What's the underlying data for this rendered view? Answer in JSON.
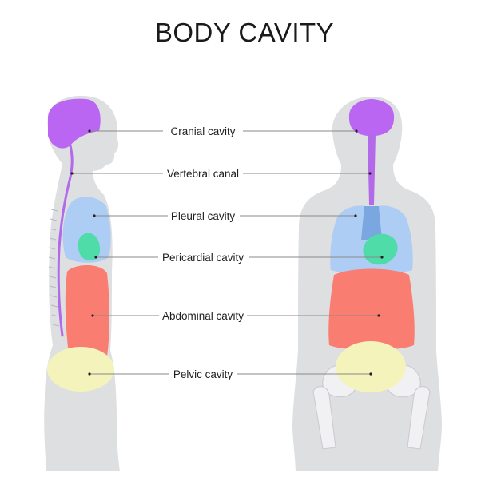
{
  "title": "BODY CAVITY",
  "labels": {
    "cranial": "Cranial cavity",
    "vertebral": "Vertebral canal",
    "pleural": "Pleural cavity",
    "pericardial": "Pericardial cavity",
    "abdominal": "Abdominal cavity",
    "pelvic": "Pelvic cavity"
  },
  "colors": {
    "body": "#dedfe1",
    "cranial": "#bb66f2",
    "vertebral": "#b36ae8",
    "pleural": "#aecdf4",
    "pericardial": "#4fdca8",
    "abdominal": "#fa7d72",
    "pelvic": "#f3f3bb",
    "bone": "#f1f1f3",
    "spine_center": "#7aa7df"
  }
}
